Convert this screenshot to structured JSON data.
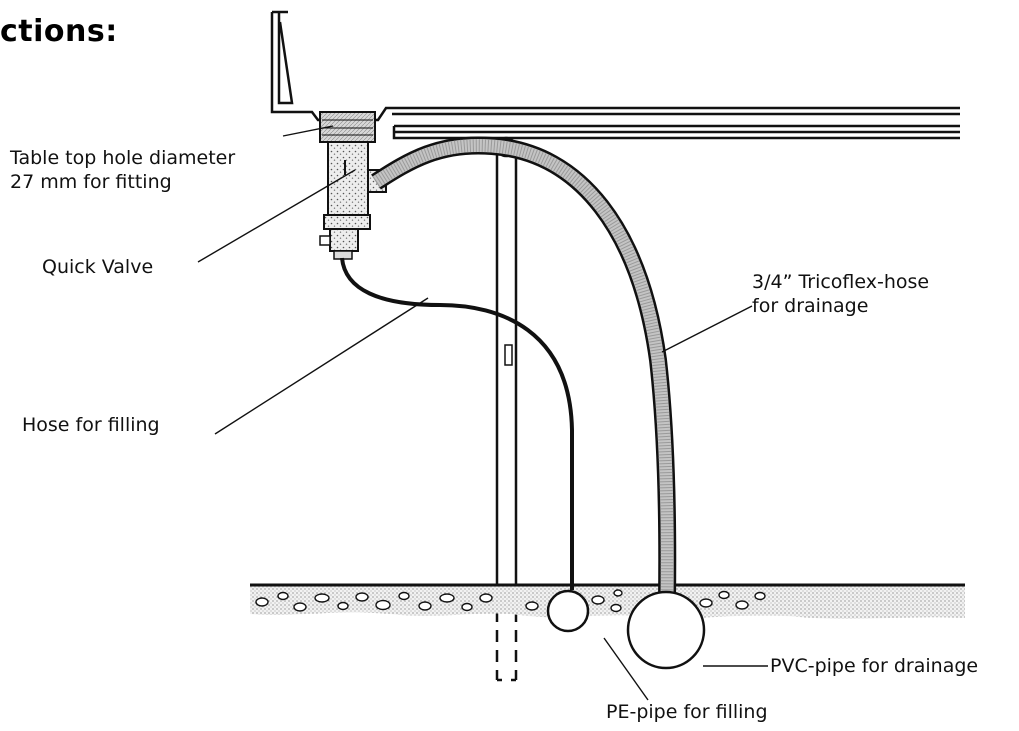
{
  "heading": "ctions:",
  "labels": {
    "table_top_hole_line1": "Table top hole diameter",
    "table_top_hole_line2": "27 mm for fitting",
    "quick_valve": "Quick Valve",
    "tricoflex_line1": "3/4” Tricoflex-hose",
    "tricoflex_line2": "for drainage",
    "hose_filling": "Hose for filling",
    "pvc_pipe": "PVC-pipe for drainage",
    "pe_pipe": "PE-pipe for filling"
  },
  "colors": {
    "ink": "#111111",
    "hose_fill": "#bdbdbd",
    "ground_fill": "#e6e6e6"
  }
}
